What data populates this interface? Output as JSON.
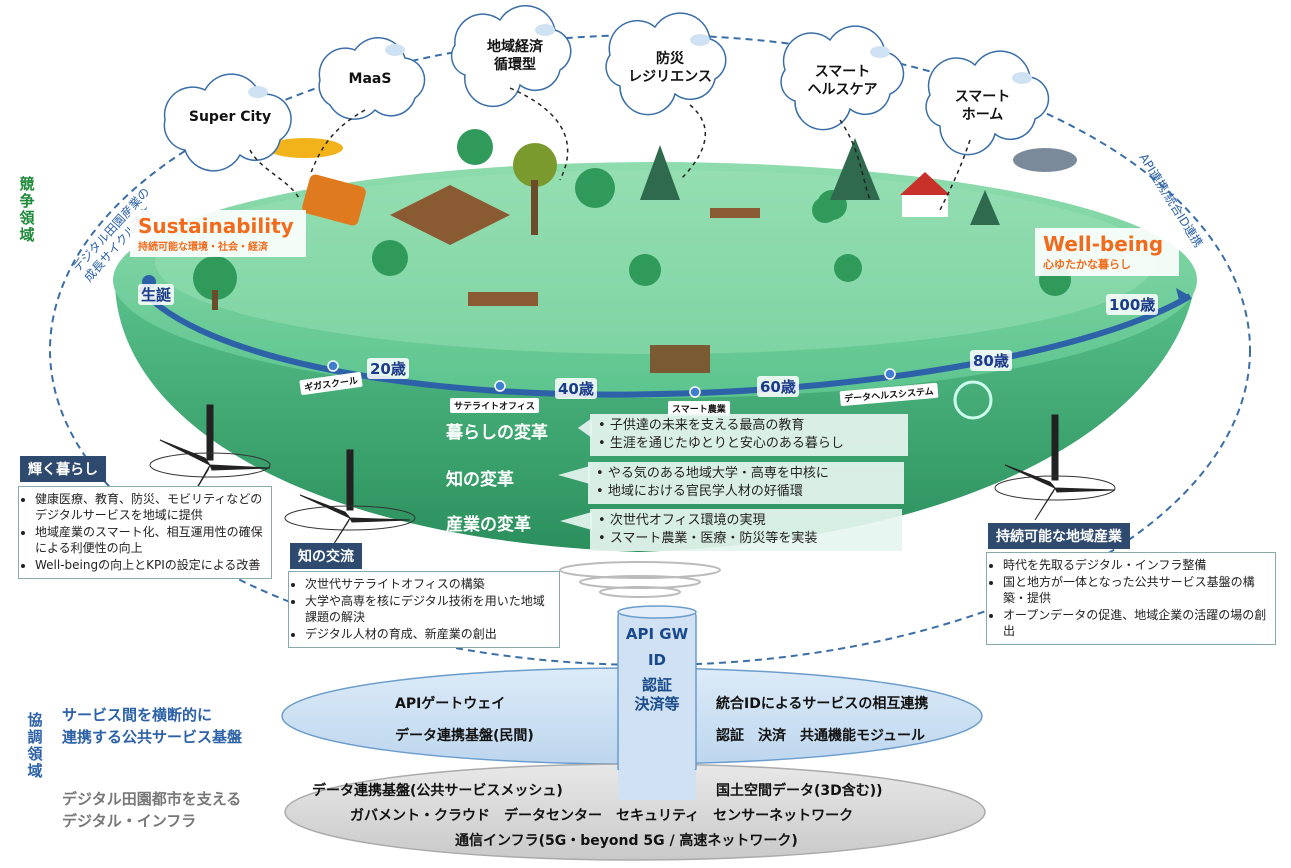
{
  "clouds": [
    {
      "id": "super-city",
      "label": "Super City"
    },
    {
      "id": "maas",
      "label": "MaaS"
    },
    {
      "id": "circular",
      "label": "地域経済\n循環型"
    },
    {
      "id": "disaster",
      "label": "防災\nレジリエンス"
    },
    {
      "id": "healthcare",
      "label": "スマート\nヘルスケア"
    },
    {
      "id": "home",
      "label": "スマート\nホーム"
    }
  ],
  "left_arc_text": "デジタル田園産業の\n成長サイクル確立",
  "right_arc_text": "API連携/統合ID連携",
  "competitive_label": "競争領域",
  "cooperative_label": "協調領域",
  "sustainability": {
    "title": "Sustainability",
    "subtitle": "持続可能な環境・社会・経済"
  },
  "wellbeing": {
    "title": "Well-being",
    "subtitle": "心ゆたかな暮らし"
  },
  "ages": {
    "birth": "生誕",
    "a20": "20歳",
    "a40": "40歳",
    "a60": "60歳",
    "a80": "80歳",
    "a100": "100歳"
  },
  "stages": {
    "giga": "ギガスクール",
    "satellite": "サテライトオフィス",
    "agri": "スマート農業",
    "health": "データヘルスシステム"
  },
  "colors": {
    "island_top": "#6cc99a",
    "island_side": "#3fae7a",
    "island_dark": "#2e8d5e",
    "road": "#2d62a8",
    "accent_orange": "#f26b1d",
    "panel_head": "#2e4a6e",
    "dashed": "#3a6ea8"
  },
  "reforms": [
    {
      "title": "暮らしの変革",
      "items": [
        "子供達の未来を支える最高の教育",
        "生涯を通じたゆとりと安心のある暮らし"
      ]
    },
    {
      "title": "知の変革",
      "items": [
        "やる気のある地域大学・高専を中核に",
        "地域における官民学人材の好循環"
      ]
    },
    {
      "title": "産業の変革",
      "items": [
        "次世代オフィス環境の実現",
        "スマート農業・医療・防災等を実装"
      ]
    }
  ],
  "panels": {
    "life": {
      "title": "輝く暮らし",
      "items": [
        "健康医療、教育、防災、モビリティなどのデジタルサービスを地域に提供",
        "地域産業のスマート化、相互運用性の確保による利便性の向上",
        "Well-beingの向上とKPIの設定による改善"
      ]
    },
    "knowledge": {
      "title": "知の交流",
      "items": [
        "次世代サテライトオフィスの構築",
        "大学や高専を核にデジタル技術を用いた地域課題の解決",
        "デジタル人材の育成、新産業の創出"
      ]
    },
    "industry": {
      "title": "持続可能な地域産業",
      "items": [
        "時代を先取るデジタル・インフラ整備",
        "国と地方が一体となった公共サービス基盤の構築・提供",
        "オープンデータの促進、地域企業の活躍の場の創出"
      ]
    }
  },
  "column": {
    "line1": "API GW",
    "line2": "ID",
    "line3": "認証\n決済等"
  },
  "platform": {
    "left_label": "サービス間を横断的に\n連携する公共サービス基盤",
    "api_gateway": "APIゲートウェイ",
    "data_private": "データ連携基盤(民間)",
    "integrated_id": "統合IDによるサービスの相互連携",
    "modules": "認証　決済　共通機能モジュール"
  },
  "infra": {
    "left_label": "デジタル田園都市を支える\nデジタル・インフラ",
    "line1_left": "データ連携基盤(公共サービスメッシュ)",
    "line1_right": "国土空間データ(3D含む))",
    "line2": "ガバメント・クラウド　データセンター　セキュリティ　センサーネットワーク",
    "line3": "通信インフラ(5G・beyond 5G / 高速ネットワーク)"
  }
}
